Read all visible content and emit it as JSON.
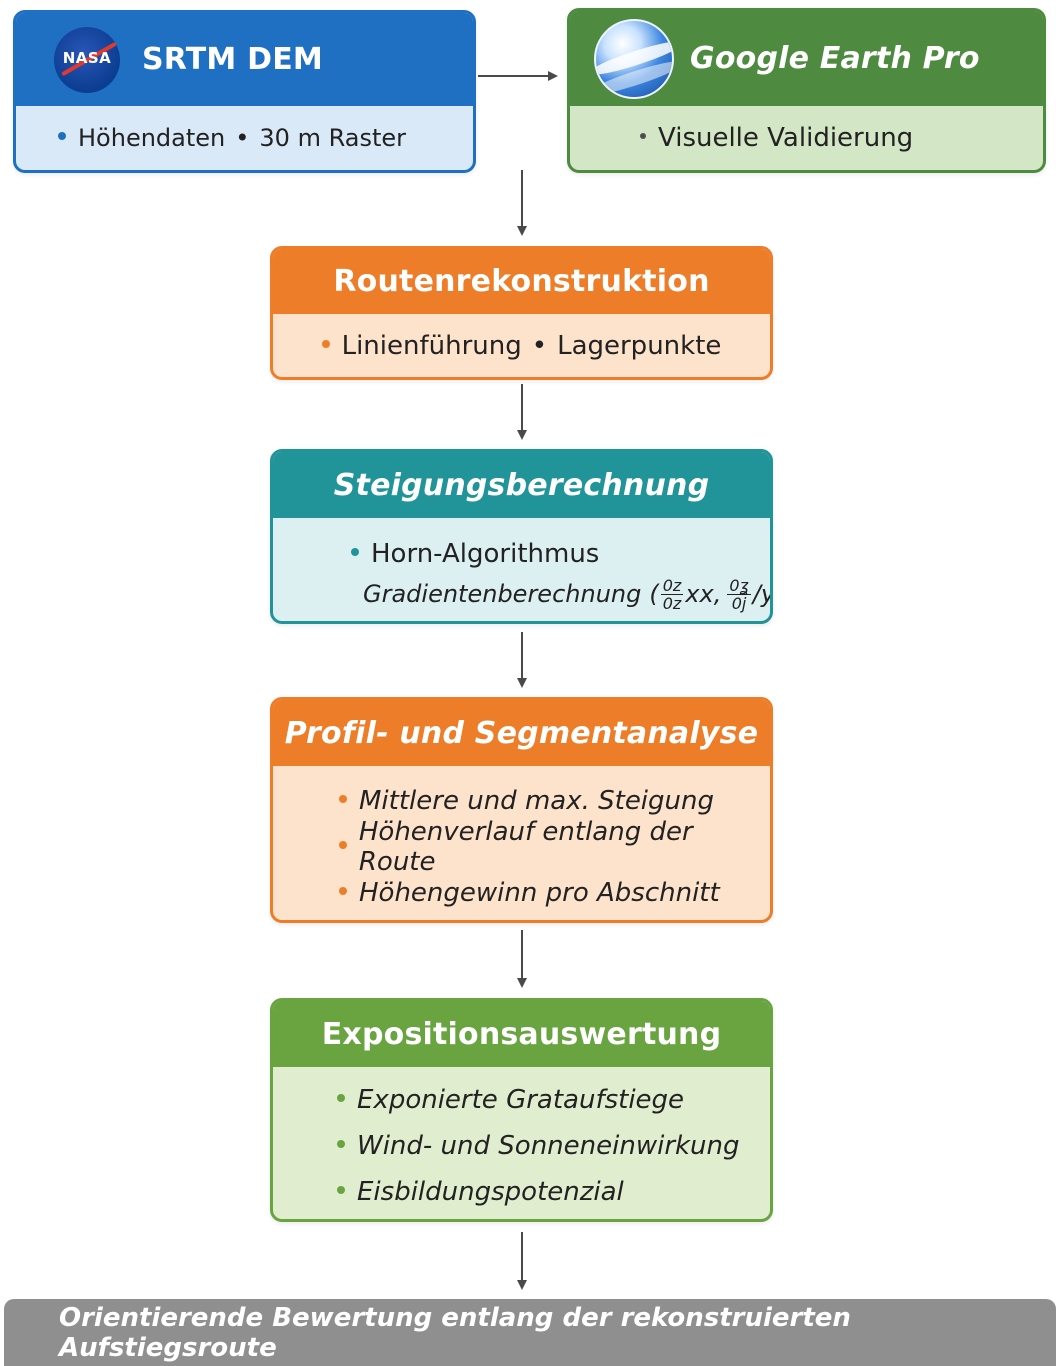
{
  "sources": {
    "srtm": {
      "title": "SRTM DEM",
      "logo_text": "NASA",
      "logo_icon": "nasa-meatball",
      "items": [
        "Höhendaten",
        "30 m Raster"
      ],
      "color": "#1f6fc2"
    },
    "google_earth": {
      "title": "Google Earth Pro",
      "logo_icon": "google-earth-globe",
      "items": [
        "Visuelle Validierung"
      ],
      "color": "#4e8a3f"
    }
  },
  "steps": {
    "route": {
      "title": "Routenrekonstruktion",
      "items": [
        "Linienführung",
        "Lagerpunkte"
      ],
      "color": "#ee7d2a"
    },
    "slope": {
      "title": "Steigungsberechnung",
      "items": [
        "Horn-Algorithmus",
        "Gradientenberechnung"
      ],
      "formula": {
        "open": "(",
        "frac1_num": "0z",
        "frac1_den": "0z",
        "mid": "xx,",
        "frac2_num": "0ʓ",
        "frac2_den": "0j",
        "tail": "/y)"
      },
      "color": "#21949a"
    },
    "profile": {
      "title": "Profil- und Segmentanalyse",
      "items": [
        "Mittlere und max. Steigung",
        "Höhenverlauf entlang der Route",
        "Höhengewinn pro Abschnitt"
      ],
      "color": "#ee7d2a"
    },
    "exposure": {
      "title": "Expositionsauswertung",
      "items": [
        "Exponierte Grataufstiege",
        "Wind- und Sonneneinwirkung",
        "Eisbildungspotenzial"
      ],
      "color": "#69a441"
    }
  },
  "result": {
    "text": "Orientierende Bewertung entlang der rekonstruierten Aufstiegsroute"
  }
}
